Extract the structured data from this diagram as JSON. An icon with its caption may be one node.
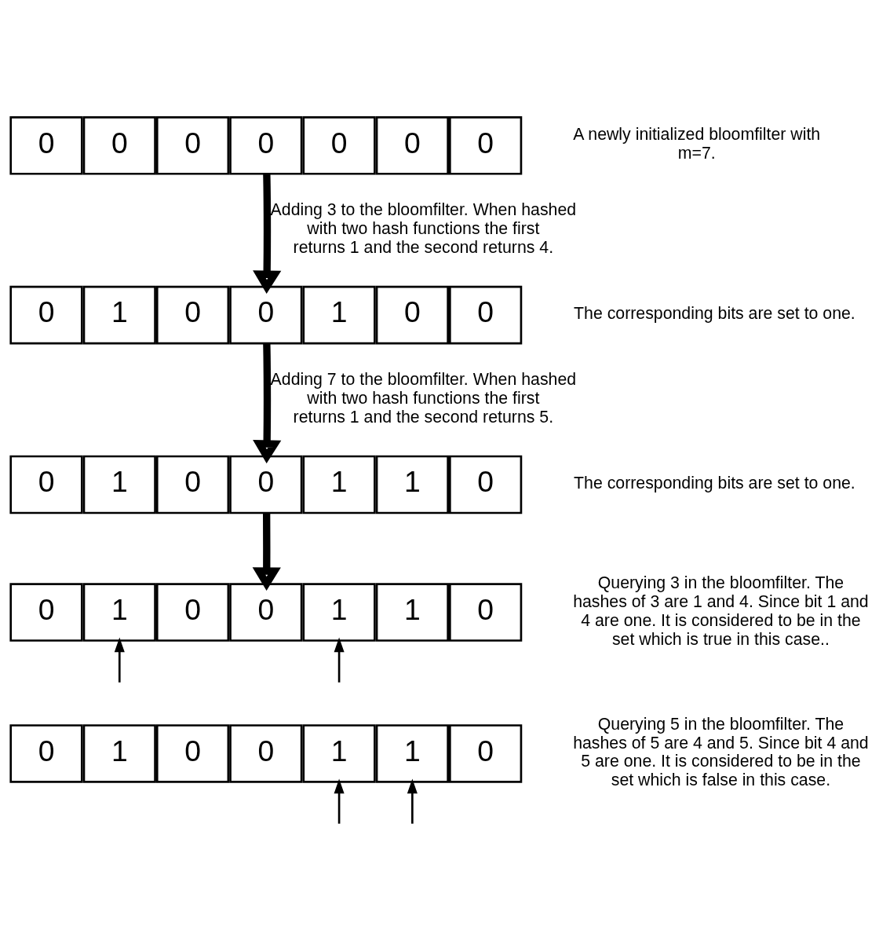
{
  "diagram": {
    "nodes": [
      {
        "text": [
          "0"
        ]
      },
      {
        "text": [
          "0"
        ]
      },
      {
        "text": [
          "0"
        ]
      },
      {
        "text": [
          "0"
        ]
      },
      {
        "text": [
          "0"
        ]
      },
      {
        "text": [
          "0"
        ]
      },
      {
        "text": [
          "0"
        ],
        "beside": [
          "A newly initialized bloomfilter with m=7."
        ]
      },
      {
        "text": [
          "0"
        ]
      },
      {
        "text": [
          "1"
        ]
      },
      {
        "text": [
          "0"
        ]
      },
      {
        "text": [
          "0"
        ]
      },
      {
        "text": [
          "1"
        ]
      },
      {
        "text": [
          "0"
        ]
      },
      {
        "text": [
          "0"
        ],
        "beside": [
          "The corresponding bits are set to one."
        ]
      },
      {
        "text": [
          "0"
        ]
      },
      {
        "text": [
          "1"
        ]
      },
      {
        "text": [
          "0"
        ]
      },
      {
        "text": [
          "0"
        ]
      },
      {
        "text": [
          "1"
        ]
      },
      {
        "text": [
          "1"
        ]
      },
      {
        "text": [
          "0"
        ],
        "beside": [
          "The corresponding bits are set to one."
        ]
      },
      {
        "text": [
          "0"
        ]
      },
      {
        "text": [
          "1"
        ]
      },
      {
        "text": [
          "0"
        ]
      },
      {
        "text": [
          "0"
        ]
      },
      {
        "text": [
          "1"
        ]
      },
      {
        "text": [
          "1"
        ]
      },
      {
        "text": [
          "0"
        ],
        "beside": [
          "Querying 3 in the bloomfilter. The hashes of 3 are 1 and 4. Since bit 1 and 4 are one. It is considered to be in the set which is true in this case.."
        ]
      },
      {
        "text": [
          "0"
        ]
      },
      {
        "text": [
          "1"
        ]
      },
      {
        "text": [
          "0"
        ]
      },
      {
        "text": [
          "0"
        ]
      },
      {
        "text": [
          "1"
        ]
      },
      {
        "text": [
          "1"
        ]
      },
      {
        "text": [
          "0"
        ],
        "beside": [
          "Querying 5 in the bloomfilter. The hashes of 5 are 4 and 5. Since bit 4 and 5 are one. It is considered to be in the set which is false in this case."
        ]
      }
    ],
    "edges": [
      {
        "from": 3,
        "to": 10,
        "arrow": "to",
        "style": "thick",
        "label": "Adding 3 to the bloomfilter. When hashed with two hash functions the first returns 1 and the second returns 4."
      },
      {
        "from": 10,
        "to": 17,
        "arrow": "to",
        "style": "thick",
        "label": "Adding 7 to the bloomfilter. When hashed with two hash functions the first returns 1 and the second returns 5."
      },
      {
        "from": 17,
        "to": 24,
        "arrow": "to",
        "style": "thick"
      },
      {
        "from": null,
        "to": 22,
        "arrow": "to"
      },
      {
        "from": null,
        "to": 25,
        "arrow": "to"
      },
      {
        "from": null,
        "to": 32,
        "arrow": "to"
      },
      {
        "from": null,
        "to": 33,
        "arrow": "to"
      }
    ]
  }
}
